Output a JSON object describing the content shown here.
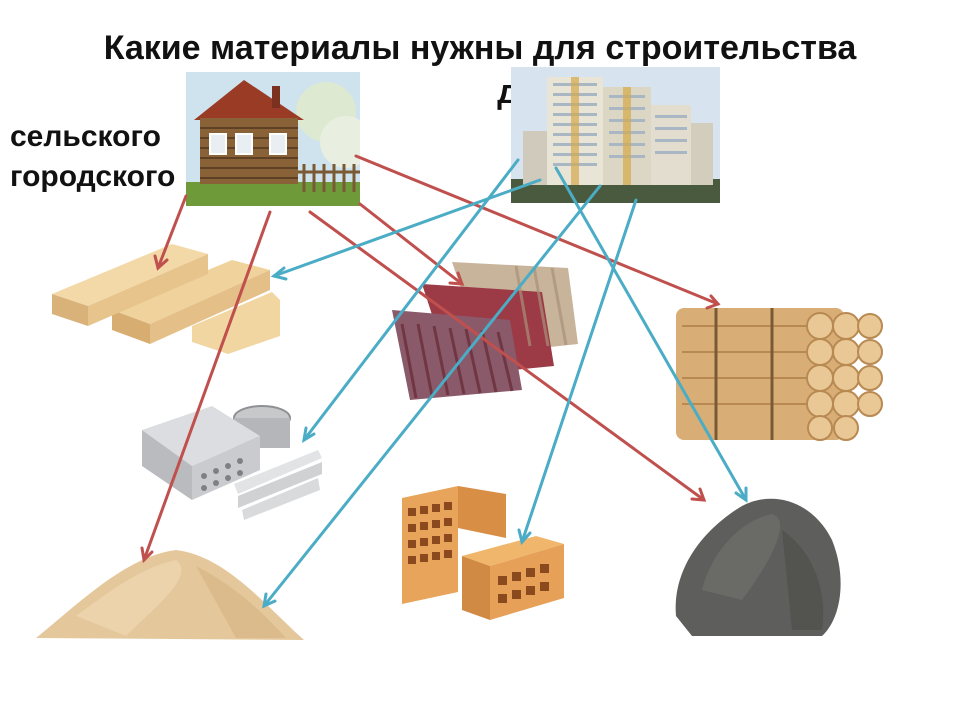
{
  "title": {
    "line1": "Какие материалы нужны для строительства",
    "line2": "дома"
  },
  "labels": {
    "rural": "сельского",
    "urban": "городского"
  },
  "colors": {
    "rural_arrow": "#c0504d",
    "urban_arrow": "#4bacc6"
  },
  "images": {
    "rural_house": "wooden-house-photo",
    "urban_building": "apartment-building-photo",
    "boards": "lumber-boards-photo",
    "roofing": "corrugated-roofing-sheets-photo",
    "logs": "log-stack-photo",
    "concrete": "concrete-slabs-pipes-photo",
    "bricks": "hollow-bricks-photo",
    "sand": "sand-pile-photo",
    "cement": "cement-pile-photo"
  },
  "links": [
    {
      "from": "rural_house",
      "to": "boards",
      "group": "rural"
    },
    {
      "from": "rural_house",
      "to": "roofing",
      "group": "rural"
    },
    {
      "from": "rural_house",
      "to": "logs",
      "group": "rural"
    },
    {
      "from": "rural_house",
      "to": "sand",
      "group": "rural"
    },
    {
      "from": "rural_house",
      "to": "cement",
      "group": "rural"
    },
    {
      "from": "urban_building",
      "to": "boards",
      "group": "urban"
    },
    {
      "from": "urban_building",
      "to": "concrete",
      "group": "urban"
    },
    {
      "from": "urban_building",
      "to": "sand",
      "group": "urban"
    },
    {
      "from": "urban_building",
      "to": "bricks",
      "group": "urban"
    },
    {
      "from": "urban_building",
      "to": "cement",
      "group": "urban"
    }
  ]
}
